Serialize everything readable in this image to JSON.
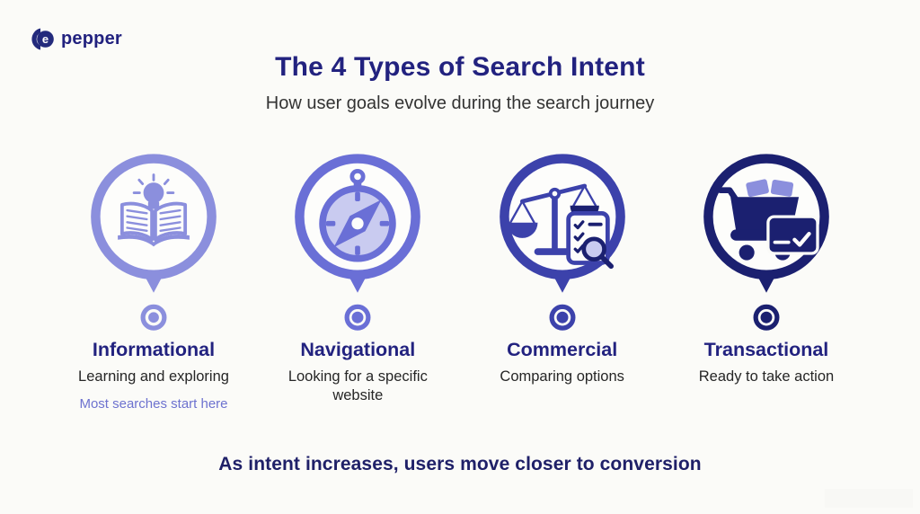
{
  "logo": {
    "brand": "pepper"
  },
  "header": {
    "title": "The 4 Types of Search Intent",
    "subtitle": "How user goals evolve during the search journey"
  },
  "columns": [
    {
      "label": "Informational",
      "description": "Learning and exploring",
      "note": "Most searches start here",
      "icon": "book-lightbulb-icon",
      "color": "#8b8fdd"
    },
    {
      "label": "Navigational",
      "description": "Looking for a specific website",
      "icon": "compass-icon",
      "color": "#6a6fd6",
      "tint": "#c9cbf0"
    },
    {
      "label": "Commercial",
      "description": "Comparing options",
      "icon": "scales-checklist-magnifier-icon",
      "color": "#3c42ab",
      "accent": "#1b2070",
      "tint": "#c9cbf0"
    },
    {
      "label": "Transactional",
      "description": "Ready to take action",
      "icon": "cart-credit-card-icon",
      "color": "#1b2070",
      "item": "#8b8fdd"
    }
  ],
  "footer": {
    "text": "As intent increases, users move closer to conversion"
  },
  "colors": {
    "title_navy": "#22227f",
    "background": "#fbfbf8",
    "note_purple": "#6d72cf"
  }
}
